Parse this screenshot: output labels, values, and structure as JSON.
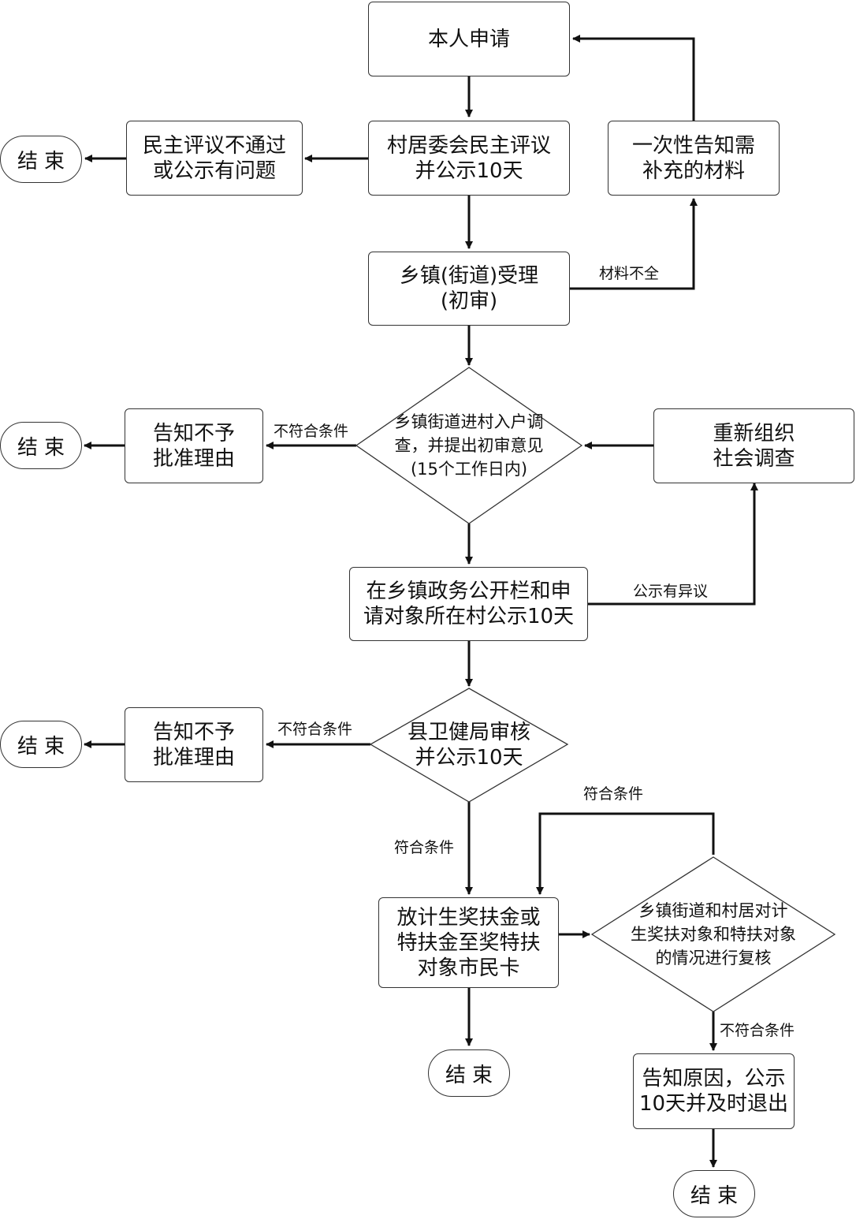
{
  "nodes": {
    "apply": [
      "本人申请"
    ],
    "village_review": [
      "村居委会民主评议",
      "并公示10天"
    ],
    "review_fail": [
      "民主评议不通过",
      "或公示有问题"
    ],
    "supplement": [
      "一次性告知需",
      "补充的材料"
    ],
    "township_accept": [
      "乡镇(街道)受理",
      "(初审)"
    ],
    "survey": [
      "乡镇街道进村入户调",
      "查，并提出初审意见",
      "(15个工作日内)"
    ],
    "reject_1": [
      "告知不予",
      "批准理由"
    ],
    "resurvey": [
      "重新组织",
      "社会调查"
    ],
    "township_publicity": [
      "在乡镇政务公开栏和申",
      "请对象所在村公示10天"
    ],
    "county_review": [
      "县卫健局审核",
      "并公示10天"
    ],
    "reject_2": [
      "告知不予",
      "批准理由"
    ],
    "payout": [
      "放计生奖扶金或",
      "特扶金至奖特扶",
      "对象市民卡"
    ],
    "recheck": [
      "乡镇街道和村居对计",
      "生奖扶对象和特扶对象",
      "的情况进行复核"
    ],
    "exit_notice": [
      "告知原因，公示",
      "10天并及时退出"
    ]
  },
  "end_label": "结束",
  "edge_labels": {
    "incomplete": "材料不全",
    "not_eligible_1": "不符合条件",
    "objection": "公示有异议",
    "not_eligible_2": "不符合条件",
    "eligible_1": "符合条件",
    "eligible_loop": "符合条件",
    "not_eligible_3": "不符合条件"
  }
}
